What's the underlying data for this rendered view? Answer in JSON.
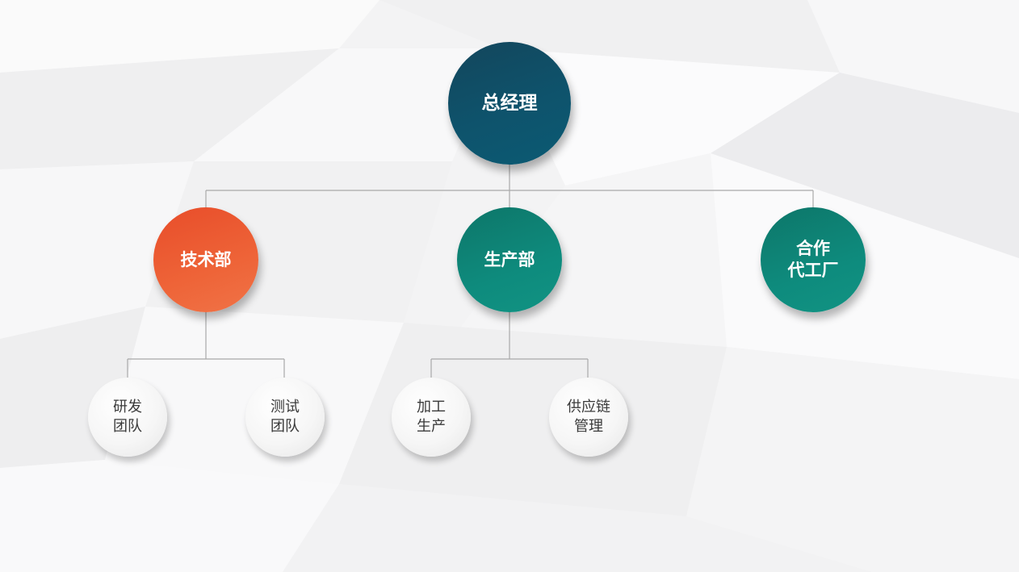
{
  "colors": {
    "dark_node": "#0e536c",
    "orange_node": "#ec5b33",
    "teal_node": "#0e8a7c",
    "light_node": "#f6f6f6",
    "connector": "#a9a9a9",
    "light_text": "#3a3a3a"
  },
  "org": {
    "root": {
      "label": "总经理"
    },
    "departments": [
      {
        "label": "技术部"
      },
      {
        "label": "生产部"
      },
      {
        "label": "合作\n代工厂"
      }
    ],
    "teams": [
      {
        "label": "研发\n团队",
        "parent": "技术部"
      },
      {
        "label": "测试\n团队",
        "parent": "技术部"
      },
      {
        "label": "加工\n生产",
        "parent": "生产部"
      },
      {
        "label": "供应链\n管理",
        "parent": "生产部"
      }
    ]
  }
}
